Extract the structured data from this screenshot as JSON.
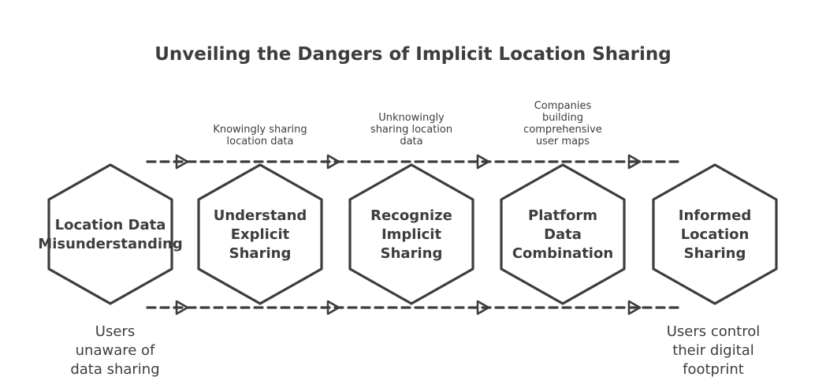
{
  "diagram": {
    "title": "Unveiling the Dangers of Implicit Location Sharing",
    "colors": {
      "stroke": "#3d3d3d",
      "fill": "#ffffff",
      "text": "#3d3d3d"
    },
    "stages": [
      {
        "id": "stage-1",
        "lines": [
          "Location Data",
          "Misunderstanding"
        ]
      },
      {
        "id": "stage-2",
        "lines": [
          "Understand",
          "Explicit",
          "Sharing"
        ]
      },
      {
        "id": "stage-3",
        "lines": [
          "Recognize",
          "Implicit",
          "Sharing"
        ]
      },
      {
        "id": "stage-4",
        "lines": [
          "Platform",
          "Data",
          "Combination"
        ]
      },
      {
        "id": "stage-5",
        "lines": [
          "Informed",
          "Location",
          "Sharing"
        ]
      }
    ],
    "top_notes": [
      {
        "lines": [
          "Knowingly sharing",
          "location data"
        ]
      },
      {
        "lines": [
          "Unknowingly",
          "sharing location",
          "data"
        ]
      },
      {
        "lines": [
          "Companies",
          "building",
          "comprehensive",
          "user maps"
        ]
      }
    ],
    "start_note": {
      "lines": [
        "Users",
        "unaware of",
        "data sharing"
      ]
    },
    "end_note": {
      "lines": [
        "Users control",
        "their digital",
        "footprint"
      ]
    }
  }
}
